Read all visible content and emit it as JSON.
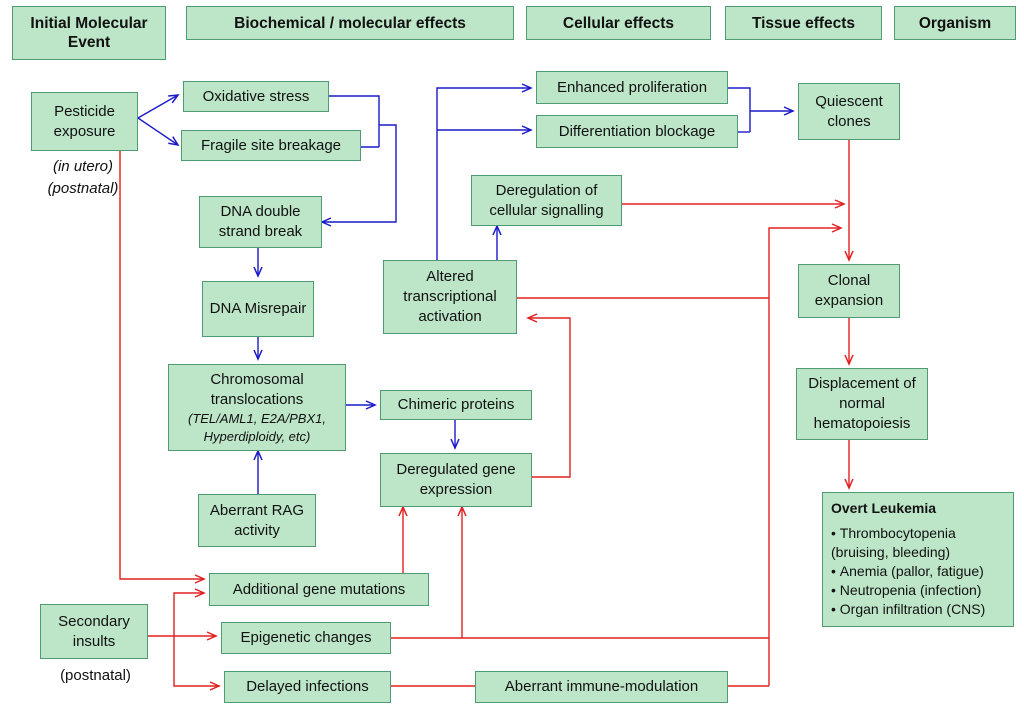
{
  "headers": {
    "initial": "Initial Molecular Event",
    "biochemical": "Biochemical / molecular effects",
    "cellular": "Cellular effects",
    "tissue": "Tissue effects",
    "organism": "Organism"
  },
  "nodes": {
    "pesticide": "Pesticide exposure",
    "oxidative": "Oxidative stress",
    "fragile": "Fragile site breakage",
    "dsb": "DNA double strand break",
    "misrepair": "DNA Misrepair",
    "chrom_title": "Chromosomal translocations",
    "chrom_sub": "(TEL/AML1, E2A/PBX1, Hyperdiploidy, etc)",
    "chimeric": "Chimeric proteins",
    "dereg_gene": "Deregulated gene expression",
    "rag": "Aberrant RAG activity",
    "add_mut": "Additional gene mutations",
    "epigenetic": "Epigenetic changes",
    "delayed": "Delayed infections",
    "immune": "Aberrant immune-modulation",
    "secondary": "Secondary insults",
    "altered": "Altered transcriptional activation",
    "dereg_signal": "Deregulation of cellular signalling",
    "enhanced": "Enhanced proliferation",
    "diff_block": "Differentiation blockage",
    "quiescent": "Quiescent clones",
    "clonal": "Clonal expansion",
    "displacement": "Displacement of normal hematopoiesis"
  },
  "notes": {
    "in_utero": "(in utero)",
    "postnatal_1": "(postnatal)",
    "postnatal_2": "(postnatal)"
  },
  "leukemia": {
    "title": "Overt Leukemia",
    "items": [
      "Thrombocytopenia (bruising, bleeding)",
      "Anemia (pallor, fatigue)",
      "Neutropenia (infection)",
      "Organ infiltration (CNS)"
    ]
  },
  "colors": {
    "box_fill": "#bde6c8",
    "box_border": "#4f9c74",
    "blue_arrow": "#1a1ac8",
    "red_arrow": "#e02020"
  }
}
